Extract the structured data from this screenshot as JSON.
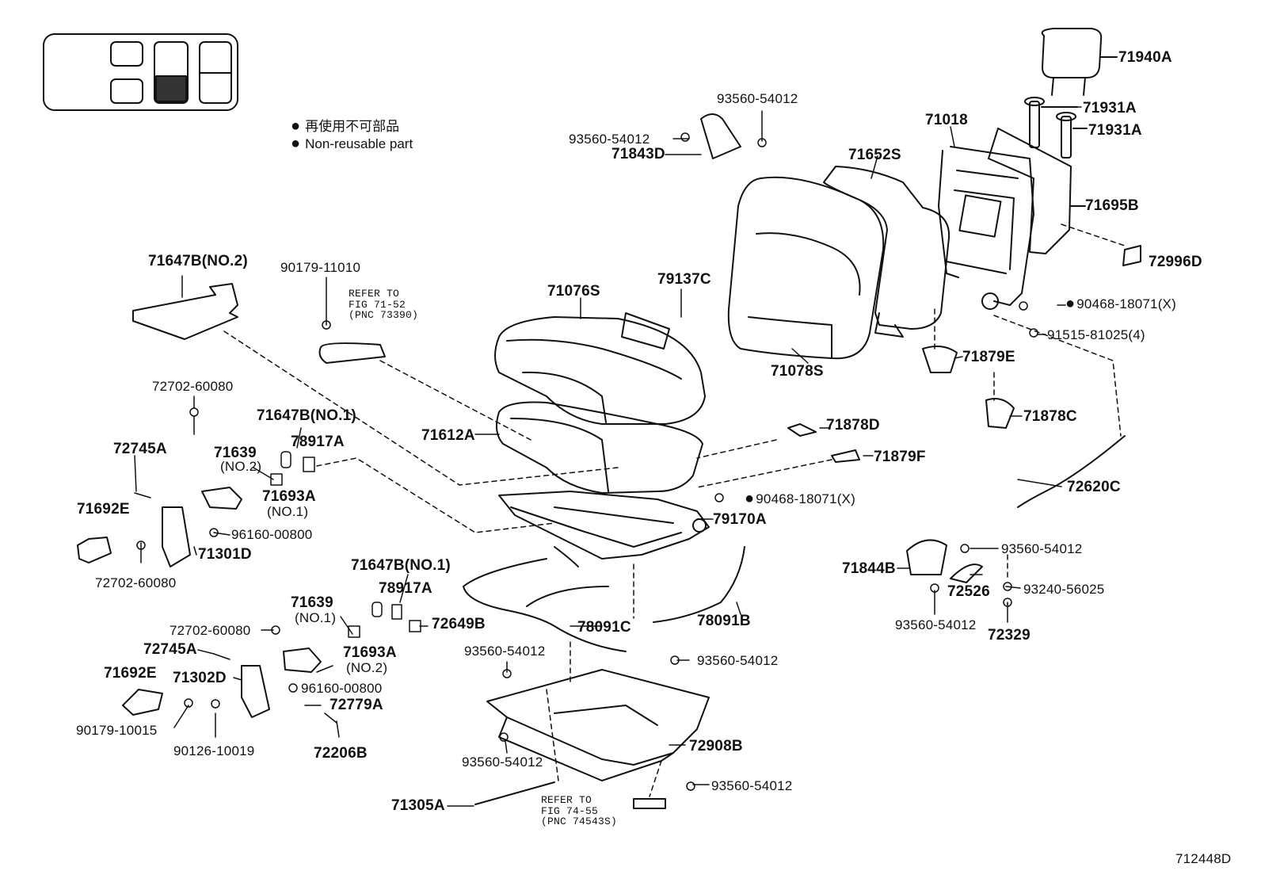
{
  "legend": {
    "line1": "再使用不可部品",
    "line2": "Non-reusable part",
    "bullet": "●"
  },
  "figure_id": "712448D",
  "refer1": {
    "line1": "REFER TO",
    "line2": "FIG 71-52",
    "line3": "(PNC 73390)"
  },
  "refer2": {
    "line1": "REFER TO",
    "line2": "FIG 74-55",
    "line3": "(PNC 74543S)"
  },
  "labels": {
    "l71940A": "71940A",
    "l71931A_1": "71931A",
    "l71931A_2": "71931A",
    "l71018": "71018",
    "l71652S": "71652S",
    "l71695B": "71695B",
    "l72996D": "72996D",
    "l90468_1": "90468-18071(X)",
    "l91515": "91515-81025(4)",
    "l71879E": "71879E",
    "l71878C": "71878C",
    "l71078S": "71078S",
    "l93560_a": "93560-54012",
    "l93560_b": "93560-54012",
    "l71843D": "71843D",
    "l71647B2": "71647B(NO.2)",
    "l90179_11010": "90179-11010",
    "l71076S": "71076S",
    "l79137C": "79137C",
    "l72702_a": "72702-60080",
    "l71647B1_a": "71647B(NO.1)",
    "l71612A": "71612A",
    "l72745A_a": "72745A",
    "l71639_a": "71639",
    "l71639_a_sub": "(NO.2)",
    "l78917A_a": "78917A",
    "l71693A_a": "71693A",
    "l71693A_a_sub": "(NO.1)",
    "l71692E_a": "71692E",
    "l96160_a": "96160-00800",
    "l71301D": "71301D",
    "l72702_b": "72702-60080",
    "l71878D": "71878D",
    "l71879F": "71879F",
    "l90468_2": "90468-18071(X)",
    "l79170A": "79170A",
    "l72620C": "72620C",
    "l71647B1_b": "71647B(NO.1)",
    "l78917A_b": "78917A",
    "l72649B": "72649B",
    "l78091C": "78091C",
    "l78091B": "78091B",
    "l71639_b": "71639",
    "l71639_b_sub": "(NO.1)",
    "l72702_c": "72702-60080",
    "l72745A_b": "72745A",
    "l71693A_b": "71693A",
    "l71693A_b_sub": "(NO.2)",
    "l71692E_b": "71692E",
    "l71302D": "71302D",
    "l96160_b": "96160-00800",
    "l72779A": "72779A",
    "l90179_10015": "90179-10015",
    "l90126": "90126-10019",
    "l72206B": "72206B",
    "l93560_c": "93560-54012",
    "l93560_d": "93560-54012",
    "l72908B": "72908B",
    "l93560_e": "93560-54012",
    "l93560_f": "93560-54012",
    "l71305A": "71305A",
    "l71844B": "71844B",
    "l93560_g": "93560-54012",
    "l72526": "72526",
    "l93240": "93240-56025",
    "l93560_h": "93560-54012",
    "l72329": "72329"
  }
}
